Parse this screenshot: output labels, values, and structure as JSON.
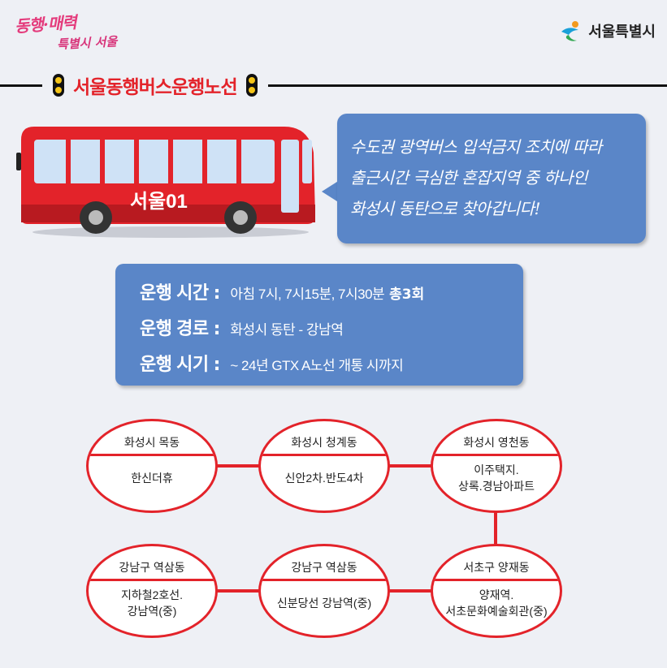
{
  "header": {
    "campaign_line1": "동행·매력",
    "campaign_line2": "특별시 서울",
    "city_logo_text": "서울특별시"
  },
  "title": "서울동행버스운행노선",
  "bus": {
    "route_label": "서울01"
  },
  "bubble": {
    "lines": [
      "수도권 광역버스 입석금지 조치에 따라",
      "출근시간 극심한 혼잡지역 중 하나인",
      "화성시 동탄으로 찾아갑니다!"
    ]
  },
  "info": {
    "time_label": "운행 시간",
    "time_value": "아침 7시, 7시15분, 7시30분",
    "time_total": "총3회",
    "route_label": "운행 경로",
    "route_value": "화성시 동탄 - 강남역",
    "period_label": "운행 시기",
    "period_value": "~ 24년 GTX A노선 개통 시까지"
  },
  "stops": [
    {
      "area": "화성시 목동",
      "name": "한신더휴"
    },
    {
      "area": "화성시 청계동",
      "name": "신안2차.반도4차"
    },
    {
      "area": "화성시 영천동",
      "name": "이주택지.\n상록.경남아파트"
    },
    {
      "area": "서초구 양재동",
      "name": "양재역.\n서초문화예술회관(중)"
    },
    {
      "area": "강남구 역삼동",
      "name": "신분당선 강남역(중)"
    },
    {
      "area": "강남구 역삼동",
      "name": "지하철2호선.\n강남역(중)"
    }
  ],
  "colors": {
    "accent_red": "#e3232a",
    "panel_blue": "#5a86c8",
    "background": "#eef0f5",
    "brand_pink": "#e43b7c"
  }
}
